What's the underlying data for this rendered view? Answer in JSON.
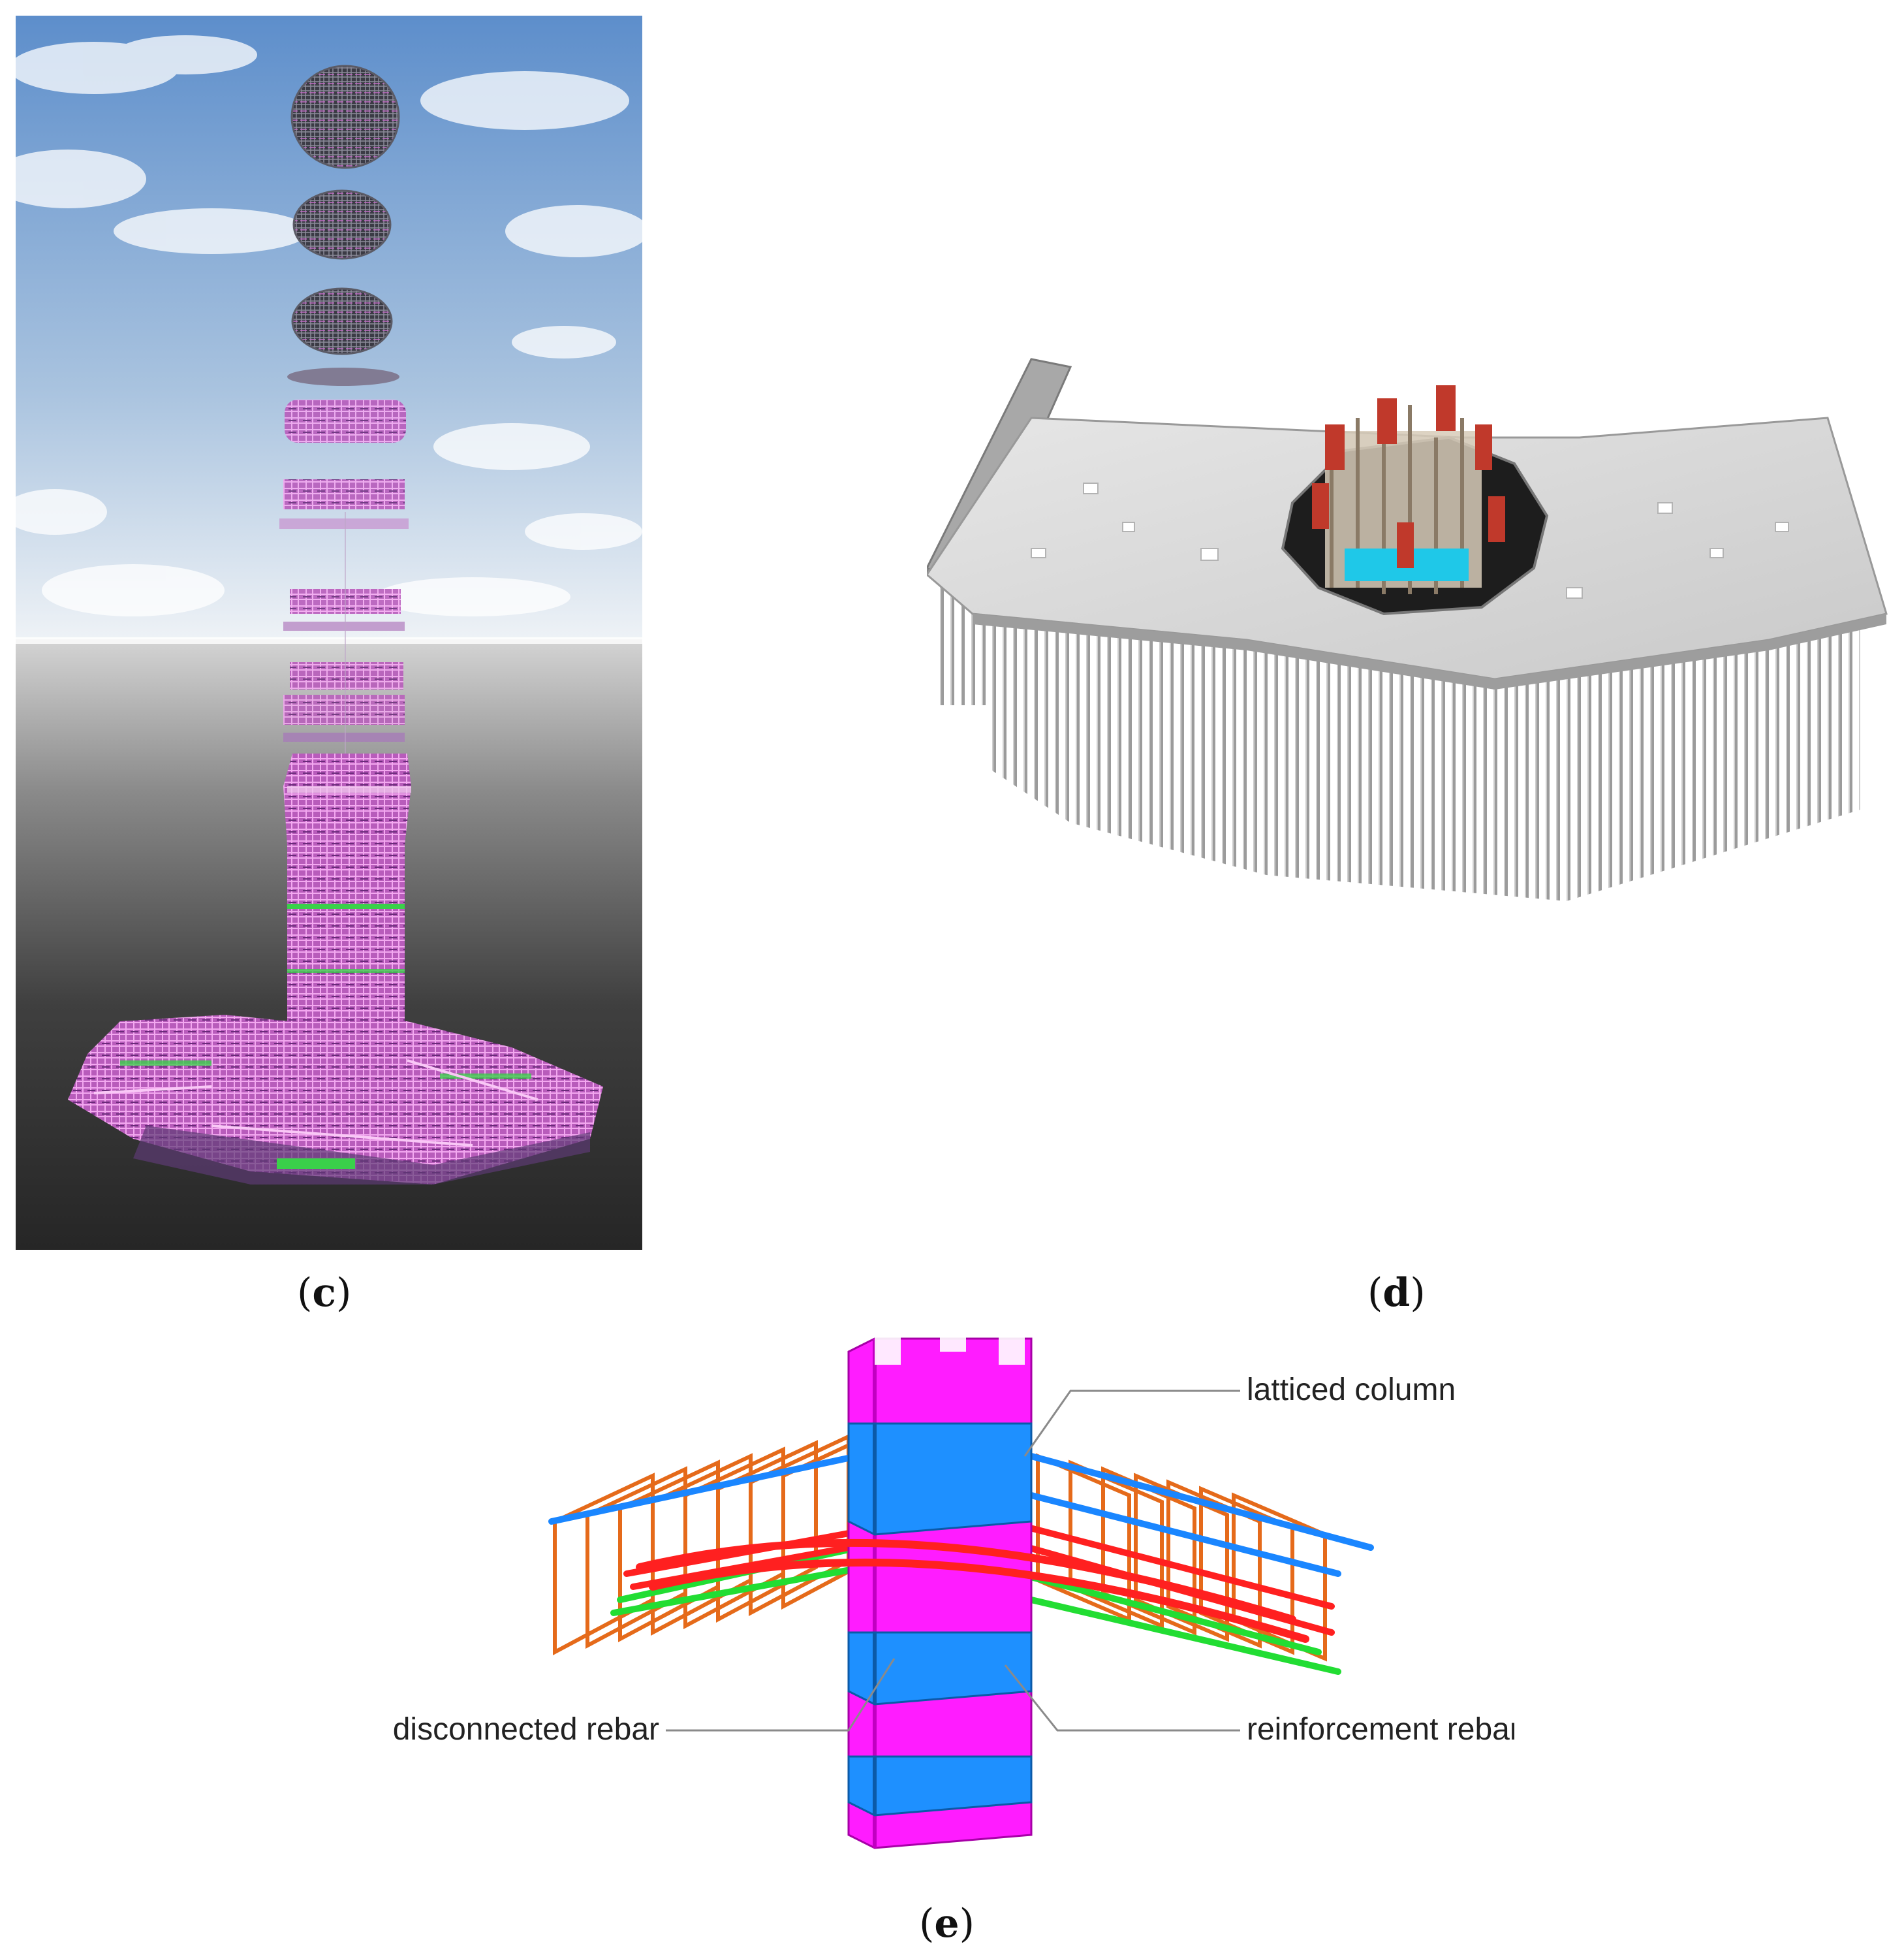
{
  "panels": {
    "c": {
      "paren_open": "(",
      "letter": "c",
      "paren_close": ")"
    },
    "d": {
      "paren_open": "(",
      "letter": "d",
      "paren_close": ")"
    },
    "e": {
      "paren_open": "(",
      "letter": "e",
      "paren_close": ")"
    }
  },
  "callouts": {
    "latticed_column": "latticed column",
    "disconnected_rebar": "disconnected rebar",
    "reinforcement_rebar": "reinforcement rebar"
  },
  "colors": {
    "sky_top": "#5f8fc9",
    "sky_bottom": "#e8eef4",
    "ground_top": "#bfbfbf",
    "ground_bottom": "#2a2a2a",
    "mep_pink": "#e070d8",
    "mep_green": "#3ad04a",
    "column_magenta": "#ff1cff",
    "column_blue": "#1e90ff",
    "rebar_orange": "#e56a1a",
    "rebar_red": "#ff2020",
    "rebar_green": "#22dd33",
    "rebar_blue": "#1a86ff",
    "slab_gray": "#d9d9d9",
    "pile_gray": "#9a9a9a",
    "core_cyan": "#1fc8e8"
  }
}
